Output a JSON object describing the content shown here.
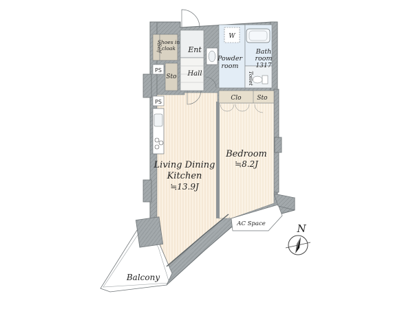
{
  "rooms": {
    "ldk_line1": "Living Dining",
    "ldk_line2": "Kitchen",
    "ldk_size": "≒13.9J",
    "bedroom": "Bedroom",
    "bedroom_size": "≒8.2J",
    "balcony": "Balcony",
    "entrance": "Ent",
    "hall": "Hall",
    "powder_line1": "Powder",
    "powder_line2": "room",
    "bath_line1": "Bath",
    "bath_line2": "room",
    "bath_size": "1317",
    "toilet": "Toilet",
    "shoes_line1": "Shoes in",
    "shoes_line2": "cloak",
    "self": "Self",
    "sto_hall": "Sto",
    "sto_bedroom": "Sto",
    "closet": "Clo",
    "ps_upper": "PS",
    "ps_lower": "PS",
    "washer": "W",
    "ac_space": "AC Space"
  },
  "compass": {
    "north_label": "N"
  },
  "colors": {
    "wall": "#9aa0a3",
    "wall_edge": "#6e7477",
    "ldk_floor": "#fbf1e3",
    "bedroom_floor": "#fbf3e6",
    "wet_area": "#e3edf6",
    "storage": "#d9d2c2",
    "balcony": "#ffffff"
  }
}
